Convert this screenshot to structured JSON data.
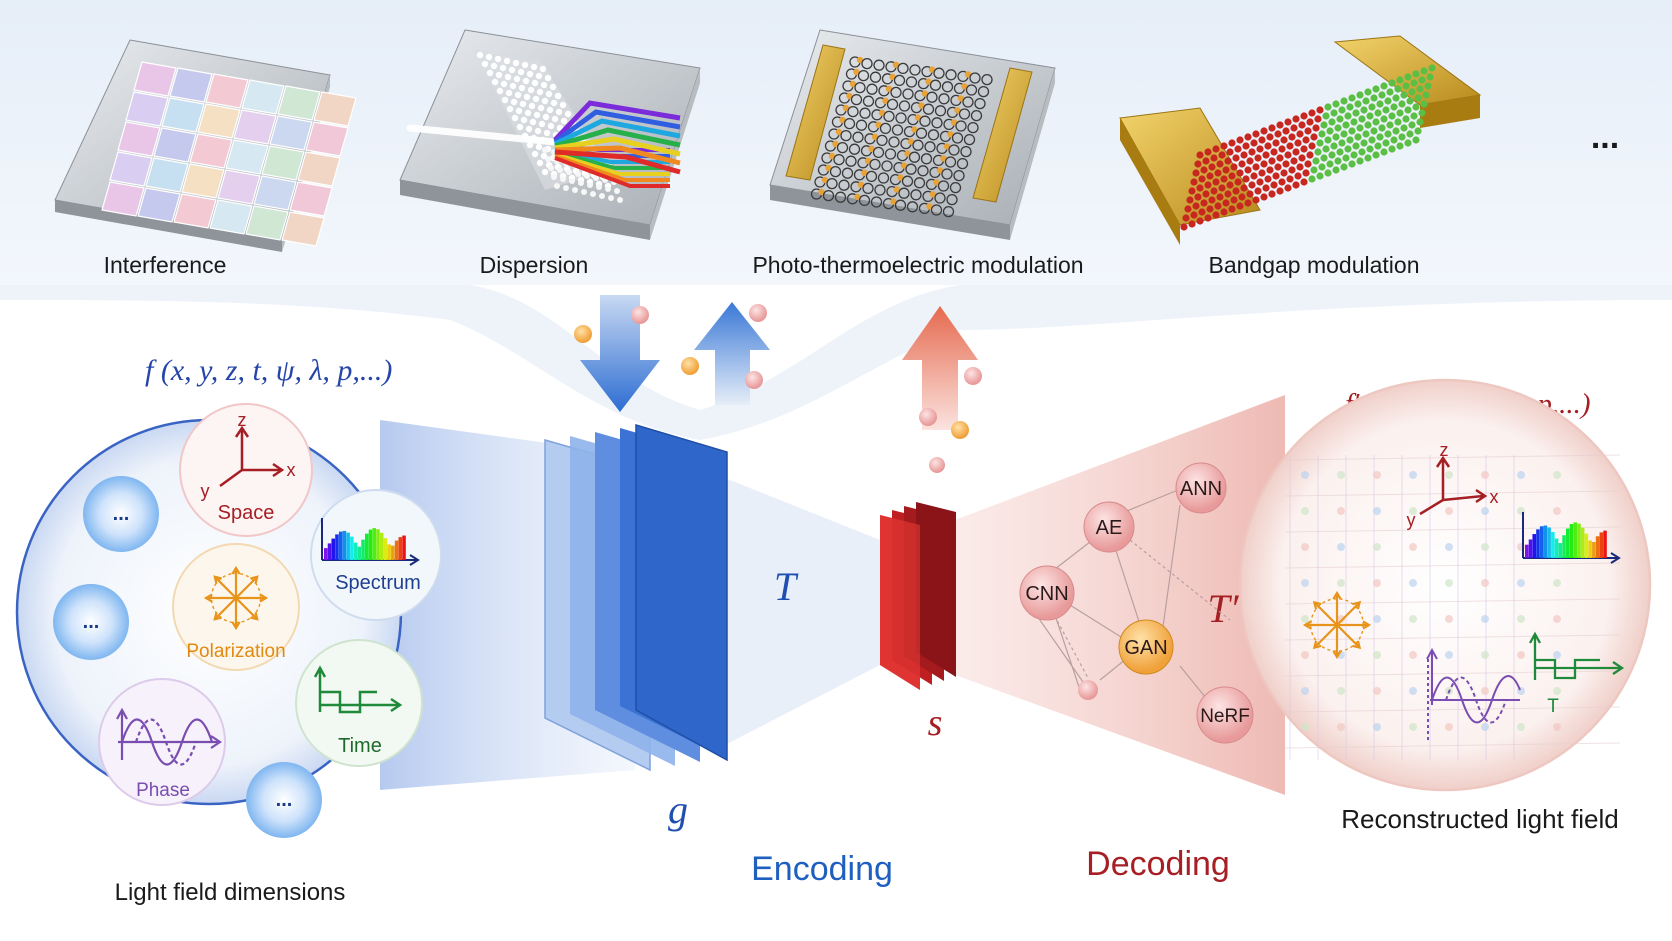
{
  "top_devices": [
    {
      "label": "Interference"
    },
    {
      "label": "Dispersion"
    },
    {
      "label": "Photo-thermoelectric modulation"
    },
    {
      "label": "Bandgap modulation"
    }
  ],
  "top_more": "...",
  "input_function": "f (x, y, z, t, ψ, λ, p,...)",
  "output_function": "f′ (x, y, z, t, ψ, λ, p,...)",
  "dimensions": {
    "space": "Space",
    "spectrum": "Spectrum",
    "polarization": "Polarization",
    "time": "Time",
    "phase": "Phase",
    "more": "...",
    "axis_x": "x",
    "axis_y": "y",
    "axis_z": "z",
    "caption": "Light field dimensions"
  },
  "encoder": {
    "operator": "T",
    "element": "g",
    "caption": "Encoding"
  },
  "decoder": {
    "operator": "T′",
    "element": "s",
    "caption": "Decoding"
  },
  "networks": [
    "ANN",
    "AE",
    "CNN",
    "GAN",
    "NeRF"
  ],
  "reconstruction": {
    "caption": "Reconstructed light field",
    "time_label": "T",
    "axis_x": "x",
    "axis_y": "y",
    "axis_z": "z"
  },
  "colors": {
    "encoding": "#1f5fbf",
    "decoding": "#a51f24",
    "blue_panel": "#2f6fd6",
    "red_panel": "#d62b2b"
  }
}
